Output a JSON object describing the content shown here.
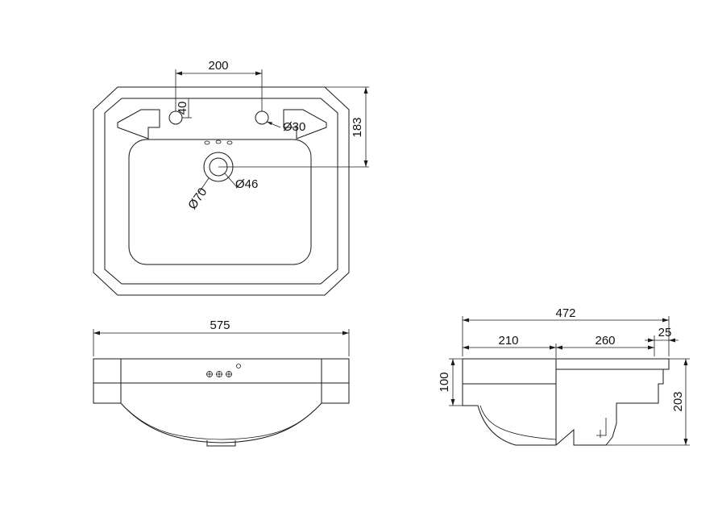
{
  "plan_view": {
    "dim_tap_spacing": "200",
    "dim_tap_offset": "40",
    "dim_tap_hole": "Ø30",
    "dim_depth_to_waste": "183",
    "dim_waste_outer": "Ø70",
    "dim_waste_inner": "Ø46"
  },
  "front_view": {
    "dim_width": "575"
  },
  "side_view": {
    "dim_total_depth": "472",
    "dim_front_section": "210",
    "dim_bowl_section": "260",
    "dim_rim_lip": "25",
    "dim_rim_height": "100",
    "dim_total_height": "203"
  },
  "colors": {
    "line": "#1a1a1a",
    "background": "#ffffff"
  }
}
